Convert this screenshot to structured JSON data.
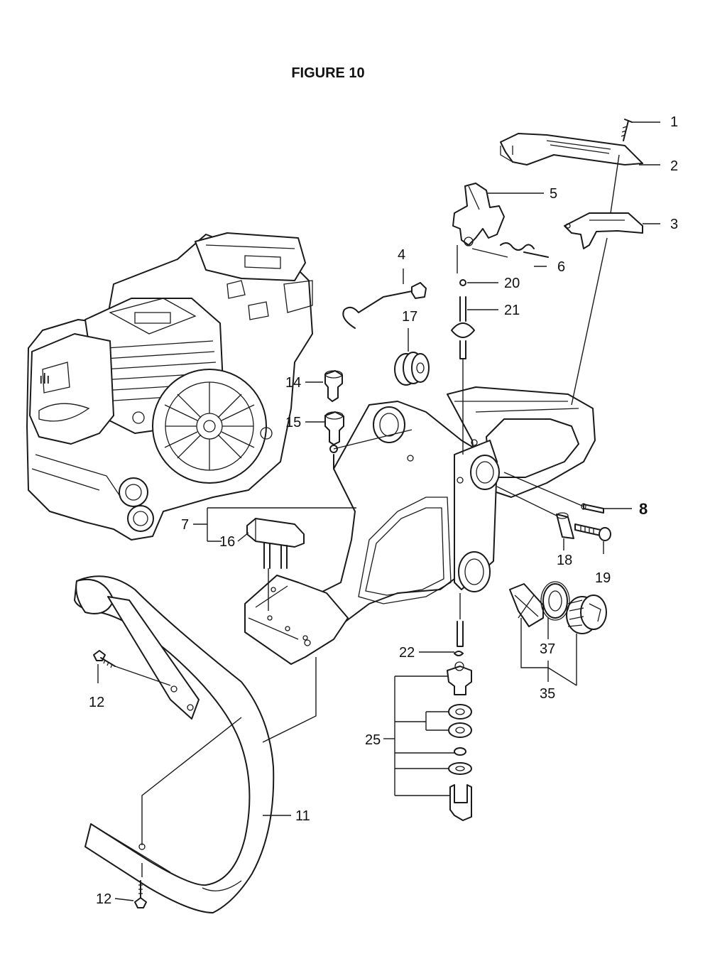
{
  "title": "FIGURE 10",
  "callouts": [
    {
      "id": "c1",
      "label": "1"
    },
    {
      "id": "c2",
      "label": "2"
    },
    {
      "id": "c3",
      "label": "3"
    },
    {
      "id": "c4",
      "label": "4"
    },
    {
      "id": "c5",
      "label": "5"
    },
    {
      "id": "c6",
      "label": "6"
    },
    {
      "id": "c7",
      "label": "7"
    },
    {
      "id": "c8",
      "label": "8"
    },
    {
      "id": "c11",
      "label": "11"
    },
    {
      "id": "c12a",
      "label": "12"
    },
    {
      "id": "c12b",
      "label": "12"
    },
    {
      "id": "c14",
      "label": "14"
    },
    {
      "id": "c15",
      "label": "15"
    },
    {
      "id": "c16",
      "label": "16"
    },
    {
      "id": "c17",
      "label": "17"
    },
    {
      "id": "c18",
      "label": "18"
    },
    {
      "id": "c19",
      "label": "19"
    },
    {
      "id": "c20",
      "label": "20"
    },
    {
      "id": "c21",
      "label": "21"
    },
    {
      "id": "c22",
      "label": "22"
    },
    {
      "id": "c25",
      "label": "25"
    },
    {
      "id": "c35",
      "label": "35"
    },
    {
      "id": "c37",
      "label": "37"
    }
  ]
}
